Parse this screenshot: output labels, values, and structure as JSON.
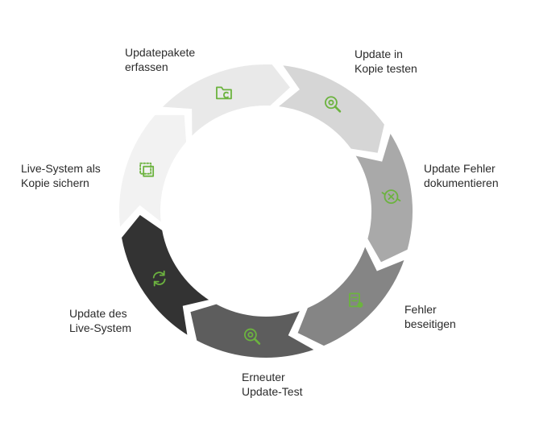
{
  "diagram": {
    "steps": [
      {
        "id": "s1",
        "label": "Update in\nKopie testen",
        "icon": "search-gear-icon",
        "fill": "#d6d6d6"
      },
      {
        "id": "s2",
        "label": "Update Fehler\ndokumentieren",
        "icon": "gear-x-icon",
        "fill": "#a9a9a9"
      },
      {
        "id": "s3",
        "label": "Fehler\nbeseitigen",
        "icon": "clipboard-delete-icon",
        "fill": "#858585"
      },
      {
        "id": "s4",
        "label": "Erneuter\nUpdate-Test",
        "icon": "search-gear-icon",
        "fill": "#5d5d5d"
      },
      {
        "id": "s5",
        "label": "Update des\nLive-System",
        "icon": "refresh-icon",
        "fill": "#333333"
      },
      {
        "id": "s6",
        "label": "Live-System als\nKopie sichern",
        "icon": "copy-icon",
        "fill": "#f2f2f2"
      },
      {
        "id": "s7",
        "label": "Updatepakete\nerfassen",
        "icon": "folder-sync-icon",
        "fill": "#e9e9e9"
      }
    ],
    "icon_color": "#6cb33f"
  }
}
